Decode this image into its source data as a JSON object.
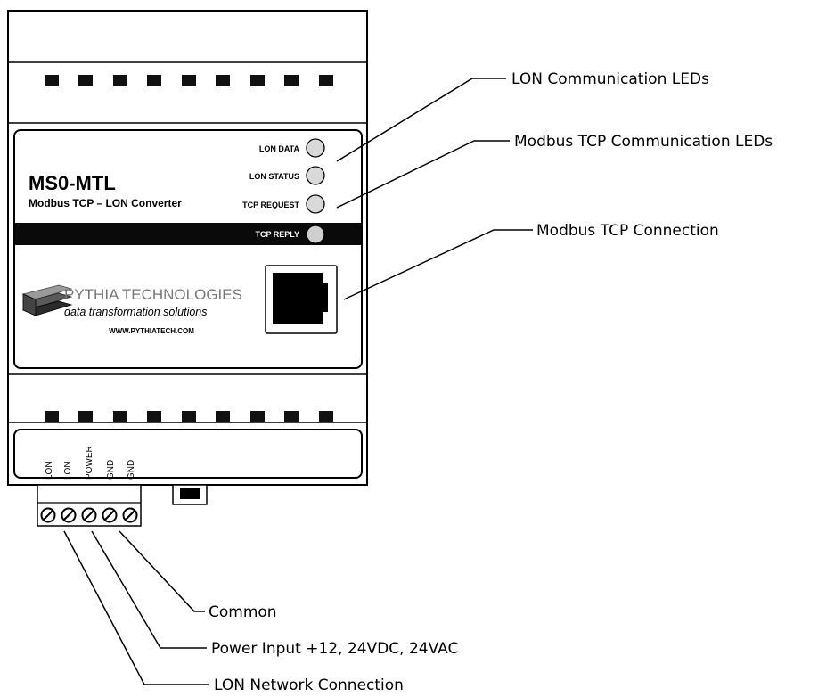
{
  "device": {
    "model": "MS0-MTL",
    "subtitle": "Modbus TCP – LON Converter",
    "leds": [
      "LON DATA",
      "LON STATUS",
      "TCP REQUEST",
      "TCP REPLY"
    ],
    "brand": {
      "name": "PYTHIA TECHNOLOGIES",
      "tagline": "data transformation solutions",
      "url": "WWW.PYTHIATECH.COM"
    },
    "terminals": [
      "LON",
      "LON",
      "POWER",
      "GND",
      "GND"
    ]
  },
  "callouts": {
    "lon_leds": "LON Communication LEDs",
    "tcp_leds": "Modbus TCP Communication LEDs",
    "tcp_connection": "Modbus TCP Connection",
    "common": "Common",
    "power_input": "Power Input +12, 24VDC, 24VAC",
    "lon_network": "LON Network Connection"
  }
}
